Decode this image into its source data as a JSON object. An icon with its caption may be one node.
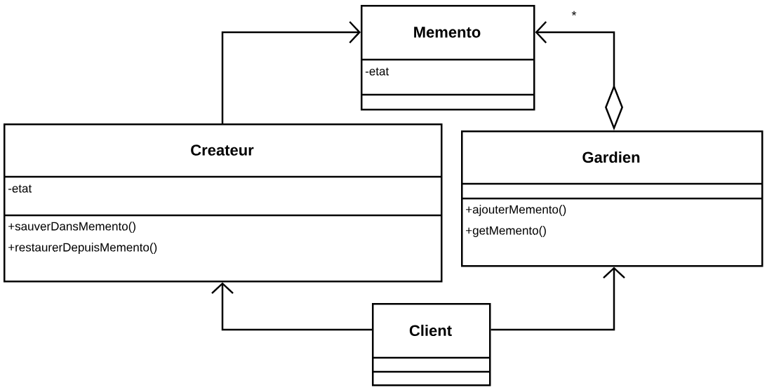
{
  "diagram": {
    "nodes": [
      {
        "text": [
          "Memento",
          "-etat"
        ]
      },
      {
        "text": [
          "Createur",
          "-etat",
          "+sauverDansMemento()",
          "+restaurerDepuisMemento()"
        ]
      },
      {
        "text": [
          "Gardien",
          "+ajouterMemento()",
          "+getMemento()"
        ]
      },
      {
        "text": [
          "Client"
        ]
      }
    ],
    "edges": [
      {
        "from": 1,
        "to": 0,
        "arrow": "to"
      },
      {
        "from": 2,
        "to": 0,
        "arrow": "to",
        "label": "*"
      },
      {
        "from": 3,
        "to": 1,
        "arrow": "to"
      },
      {
        "from": 3,
        "to": 2,
        "arrow": "to"
      }
    ]
  }
}
